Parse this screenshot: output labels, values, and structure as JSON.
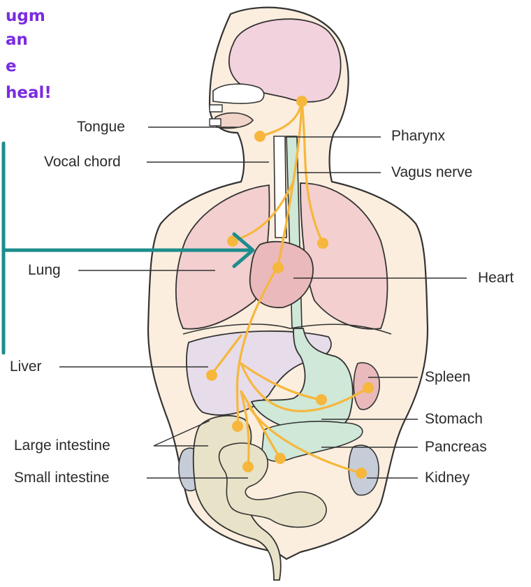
{
  "heading_lines": [
    "ugm",
    "an",
    "e",
    "heal!"
  ],
  "labels": {
    "tongue": "Tongue",
    "vocal_chord": "Vocal chord",
    "lung": "Lung",
    "liver": "Liver",
    "large_intestine": "Large intestine",
    "small_intestine": "Small intestine",
    "pharynx": "Pharynx",
    "vagus_nerve": "Vagus nerve",
    "heart": "Heart",
    "spleen": "Spleen",
    "stomach": "Stomach",
    "pancreas": "Pancreas",
    "kidney": "Kidney"
  },
  "colors": {
    "heading": "#7a2be0",
    "arrow": "#1e8c8c",
    "nerve": "#f6b73c",
    "body_fill": "#fbeede",
    "lung": "#f3cfd0",
    "heart": "#eab9bb",
    "liver": "#e6dcea",
    "stomach": "#cfe8d8",
    "intestine": "#e8e2c8",
    "kidney": "#c6ccd8"
  }
}
